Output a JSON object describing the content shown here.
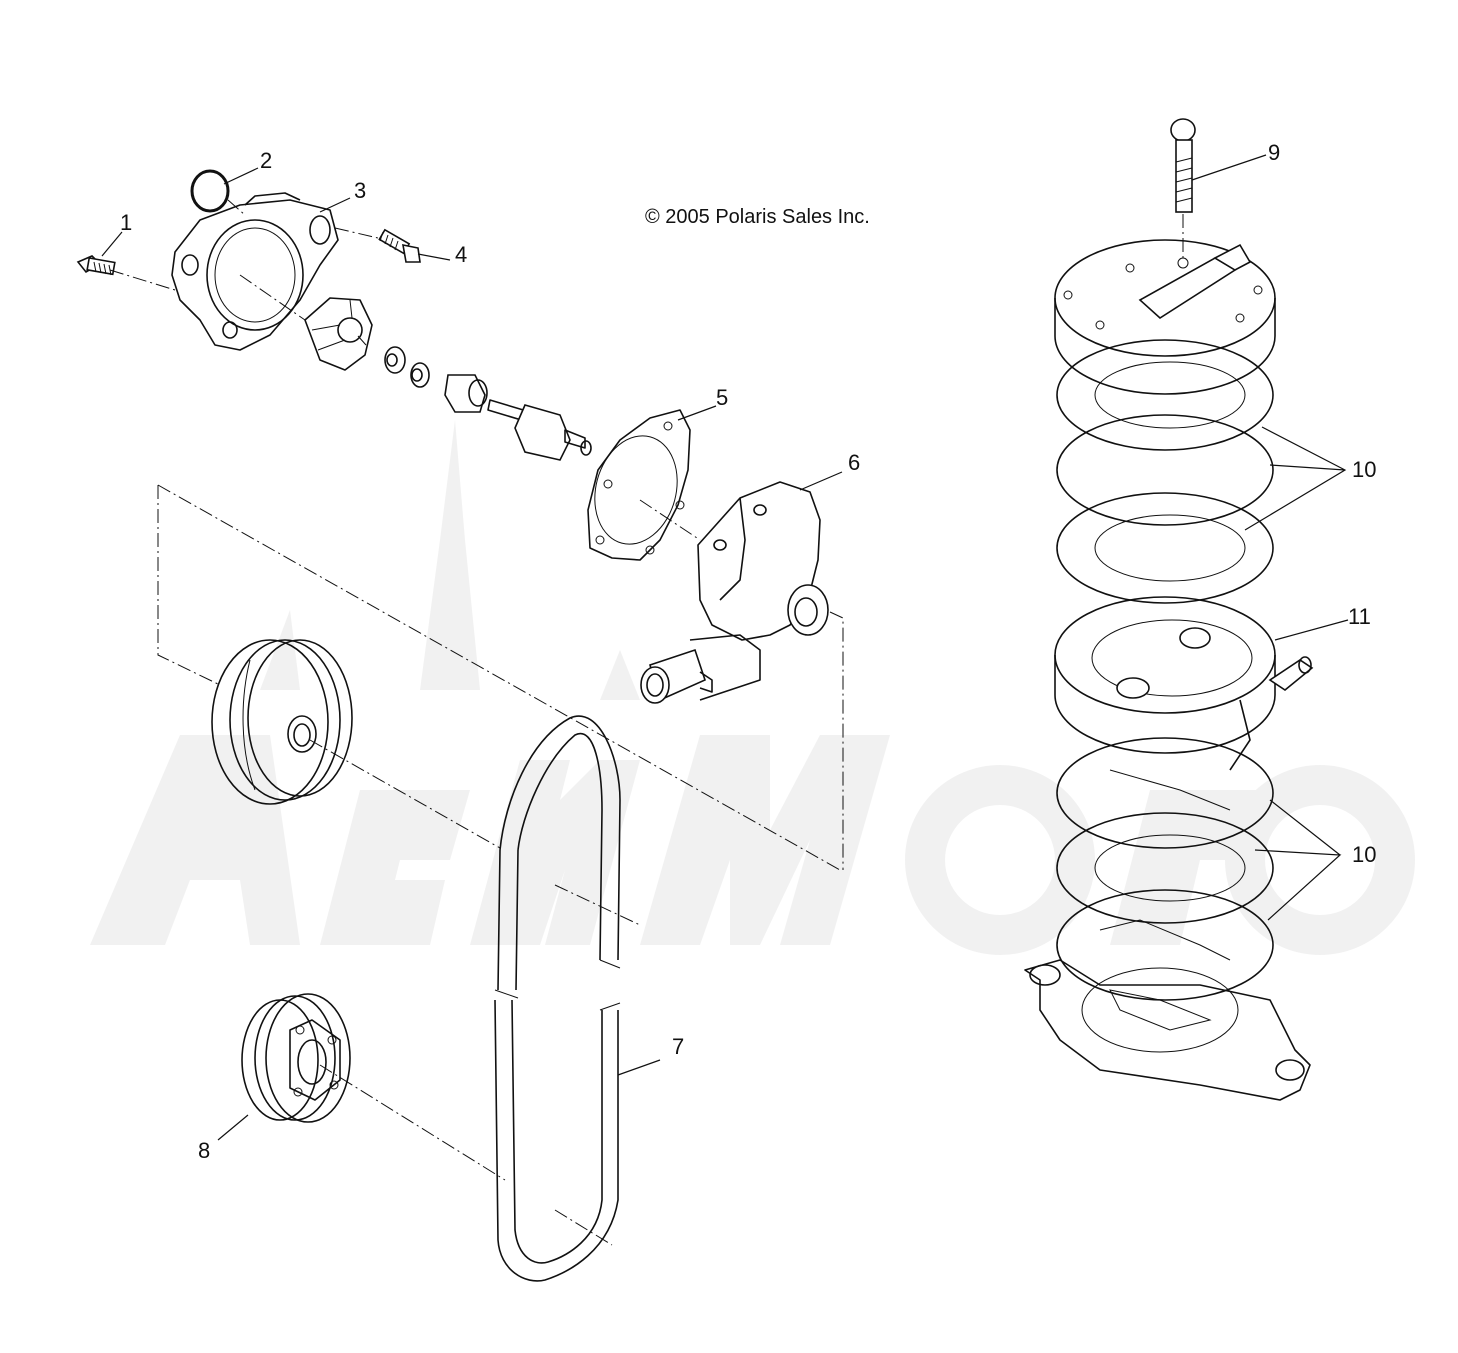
{
  "copyright": "© 2005 Polaris Sales Inc.",
  "callouts": [
    {
      "id": "1",
      "label": "1"
    },
    {
      "id": "2",
      "label": "2"
    },
    {
      "id": "3",
      "label": "3"
    },
    {
      "id": "4",
      "label": "4"
    },
    {
      "id": "5",
      "label": "5"
    },
    {
      "id": "6",
      "label": "6"
    },
    {
      "id": "7",
      "label": "7"
    },
    {
      "id": "8",
      "label": "8"
    },
    {
      "id": "9",
      "label": "9"
    },
    {
      "id": "10a",
      "label": "10"
    },
    {
      "id": "10b",
      "label": "10"
    },
    {
      "id": "11",
      "label": "11"
    }
  ],
  "watermark": {
    "icon": "watermark-logo"
  }
}
